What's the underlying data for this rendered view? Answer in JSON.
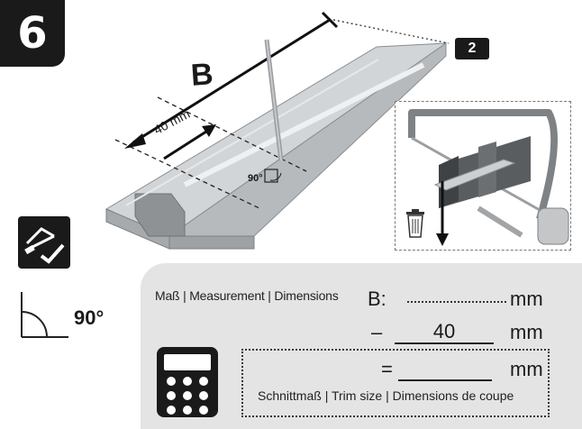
{
  "step": {
    "number": "6",
    "inset_number": "2"
  },
  "illustration": {
    "dimension_b": "B",
    "dimension_offset": "40 mm",
    "angle_marker": "90°"
  },
  "angle_icon": {
    "label": "90°"
  },
  "calculation": {
    "measure_label": "Maß | Measurement | Dimensions",
    "b_prefix": "B:",
    "unit": "mm",
    "minus_sign": "–",
    "minus_value": "40",
    "equals_sign": "=",
    "trim_label": "Schnittmaß | Trim size | Dimensions de coupe"
  },
  "icons": [
    "saw-tool-icon",
    "angle-icon",
    "calculator-icon",
    "trash-icon",
    "down-arrow-icon"
  ],
  "colors": {
    "badge": "#1a1a1a",
    "panel": "#e4e4e4",
    "profile": "#c9ccce"
  }
}
